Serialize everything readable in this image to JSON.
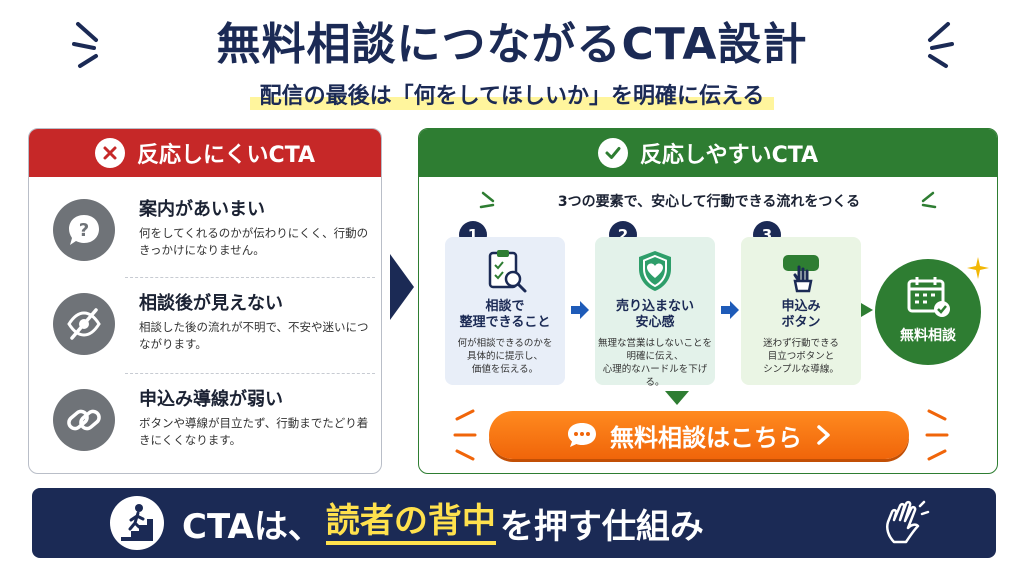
{
  "header": {
    "title": "無料相談につながるCTA設計",
    "subtitle": "配信の最後は「何をしてほしいか」を明確に伝える"
  },
  "bad": {
    "heading": "反応しにくいCTA",
    "items": [
      {
        "icon": "question-bubble-icon",
        "title": "案内があいまい",
        "desc": "何をしてくれるのかが伝わりにくく、行動のきっかけになりません。"
      },
      {
        "icon": "eye-slash-icon",
        "title": "相談後が見えない",
        "desc": "相談した後の流れが不明で、不安や迷いにつながります。"
      },
      {
        "icon": "link-icon",
        "title": "申込み導線が弱い",
        "desc": "ボタンや導線が目立たず、行動までたどり着きにくくなります。"
      }
    ]
  },
  "good": {
    "heading": "反応しやすいCTA",
    "intro": "3つの要素で、安心して行動できる流れをつくる",
    "steps": [
      {
        "num": "1",
        "icon": "clipboard-search-icon",
        "title": "相談で\n整理できること",
        "desc": "何が相談できるのかを\n具体的に提示し、\n価値を伝える。"
      },
      {
        "num": "2",
        "icon": "shield-heart-icon",
        "title": "売り込まない\n安心感",
        "desc": "無理な営業はしないことを\n明確に伝え、\n心理的なハードルを下げる。"
      },
      {
        "num": "3",
        "icon": "tap-button-icon",
        "title": "申込み\nボタン",
        "desc": "迷わず行動できる\n目立つボタンと\nシンプルな導線。"
      }
    ],
    "goal": "無料相談",
    "cta_button": "無料相談はこちら"
  },
  "banner": {
    "pre": "CTAは、",
    "highlight": "読者の背中",
    "post": "を押す仕組み"
  },
  "colors": {
    "navy": "#1b2a55",
    "red": "#c62828",
    "green": "#2e7d32",
    "orange": "#f0650a",
    "yellow": "#ffe14d"
  }
}
